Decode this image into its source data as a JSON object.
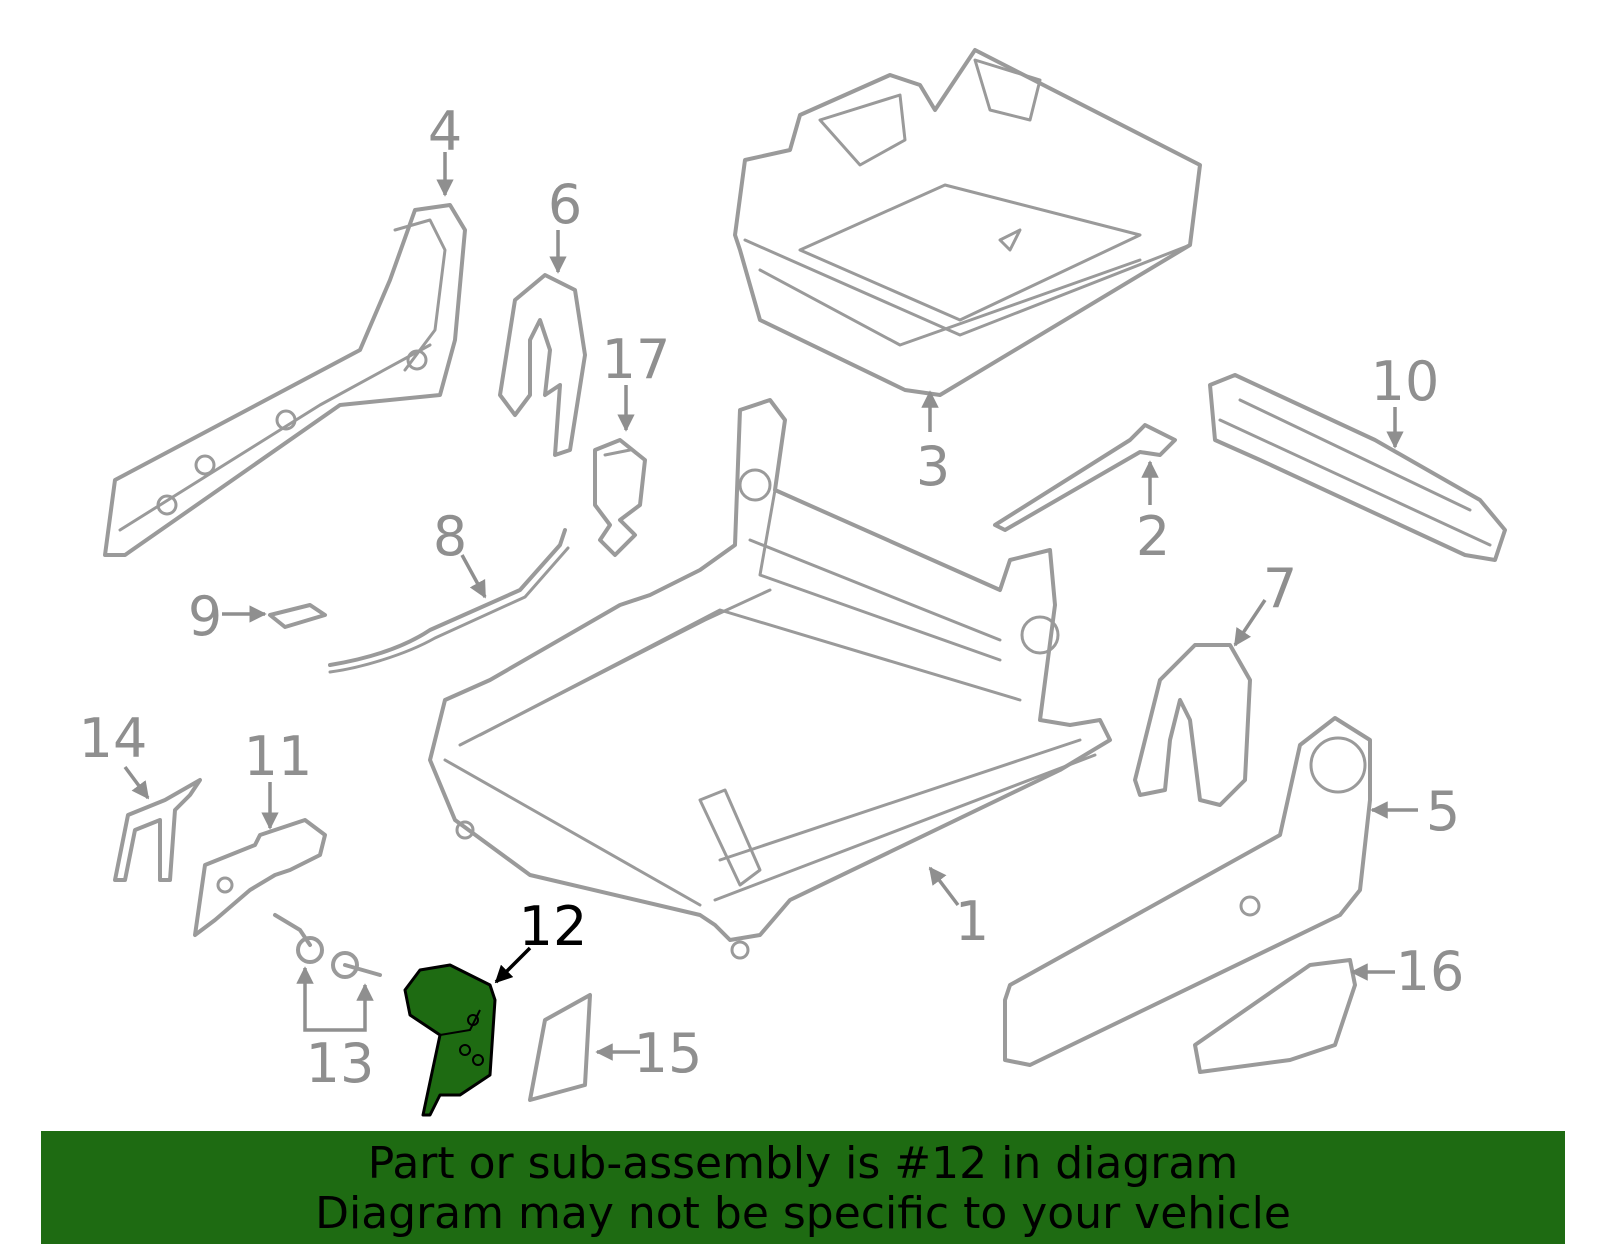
{
  "callouts": {
    "n1": "1",
    "n2": "2",
    "n3": "3",
    "n4": "4",
    "n5": "5",
    "n6": "6",
    "n7": "7",
    "n8": "8",
    "n9": "9",
    "n10": "10",
    "n11": "11",
    "n12": "12",
    "n13": "13",
    "n14": "14",
    "n15": "15",
    "n16": "16",
    "n17": "17"
  },
  "highlighted_part": "12",
  "colors": {
    "highlight": "#1e6b12",
    "outline": "#9a9a9a",
    "banner": "#1e6b12"
  },
  "banner": {
    "line1": "Part or sub-assembly is #12 in diagram",
    "line2": "Diagram may not be specific to your vehicle"
  }
}
